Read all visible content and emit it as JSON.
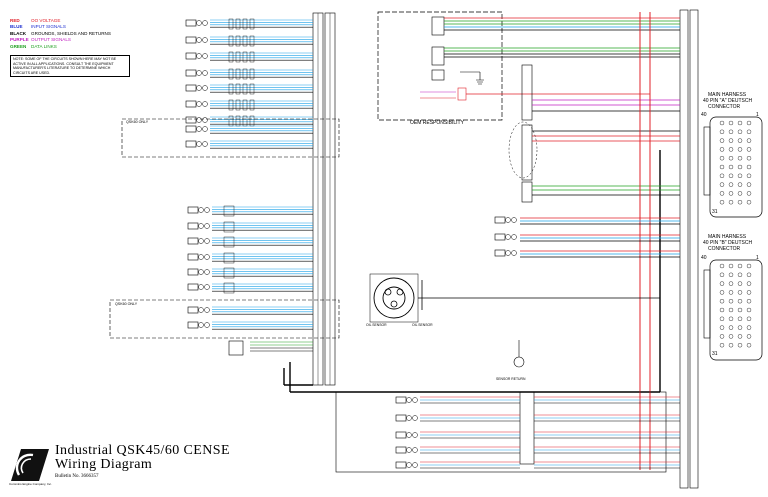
{
  "legend": [
    {
      "code": "RED",
      "desc": "OO VOLTAGE",
      "color": "#e0202a"
    },
    {
      "code": "BLUE",
      "desc": "INPUT SIGNALS",
      "color": "#2030d0"
    },
    {
      "code": "BLACK",
      "desc": "GROUNDS, SHIELDS AND RETURNS",
      "color": "#000000"
    },
    {
      "code": "PURPLE",
      "desc": "OUTPUT SIGNALS",
      "color": "#c020c0"
    },
    {
      "code": "GREEN",
      "desc": "DATA LINKS",
      "color": "#20a020"
    }
  ],
  "note": "NOTE: SOME OF THE CIRCUITS SHOWN HERE MAY NOT BE ACTIVE IN ALL APPLICATIONS. CONSULT THE EQUIPMENT MANUFACTURER'S LITERATURE TO DETERMINE WHICH CIRCUITS ARE USED.",
  "title": {
    "line1": "Industrial QSK45/60 CENSE",
    "line2": "Wiring Diagram",
    "bulletin": "Bulletin No. 3666357"
  },
  "logo_caption": "Cummins Engine Company, Inc.",
  "labels": {
    "main_harness_a": "MAIN HARNESS",
    "main_harness_a_sub": "40 PIN \"A\" DEUTSCH",
    "main_harness_b": "MAIN HARNESS",
    "main_harness_b_sub": "40 PIN \"B\" DEUTSCH",
    "connector": "CONNECTOR",
    "oem_responsibility": "OEM RESPONSIBILITY",
    "pin_40": "40",
    "pin_31": "31",
    "pin_1": "1",
    "qsk60_only_1": "QSK60 ONLY",
    "qsk60_only_2": "QSK60 ONLY",
    "oil_sensor_left": "OIL SENSOR",
    "oil_sensor_right": "OIL SENSOR",
    "sensor_return": "SENSOR RETURN"
  },
  "colors": {
    "red": "#e0202a",
    "blue": "#1aa0e8",
    "black": "#000000",
    "purple": "#c020c0",
    "green": "#20a020",
    "gray": "#555555"
  }
}
